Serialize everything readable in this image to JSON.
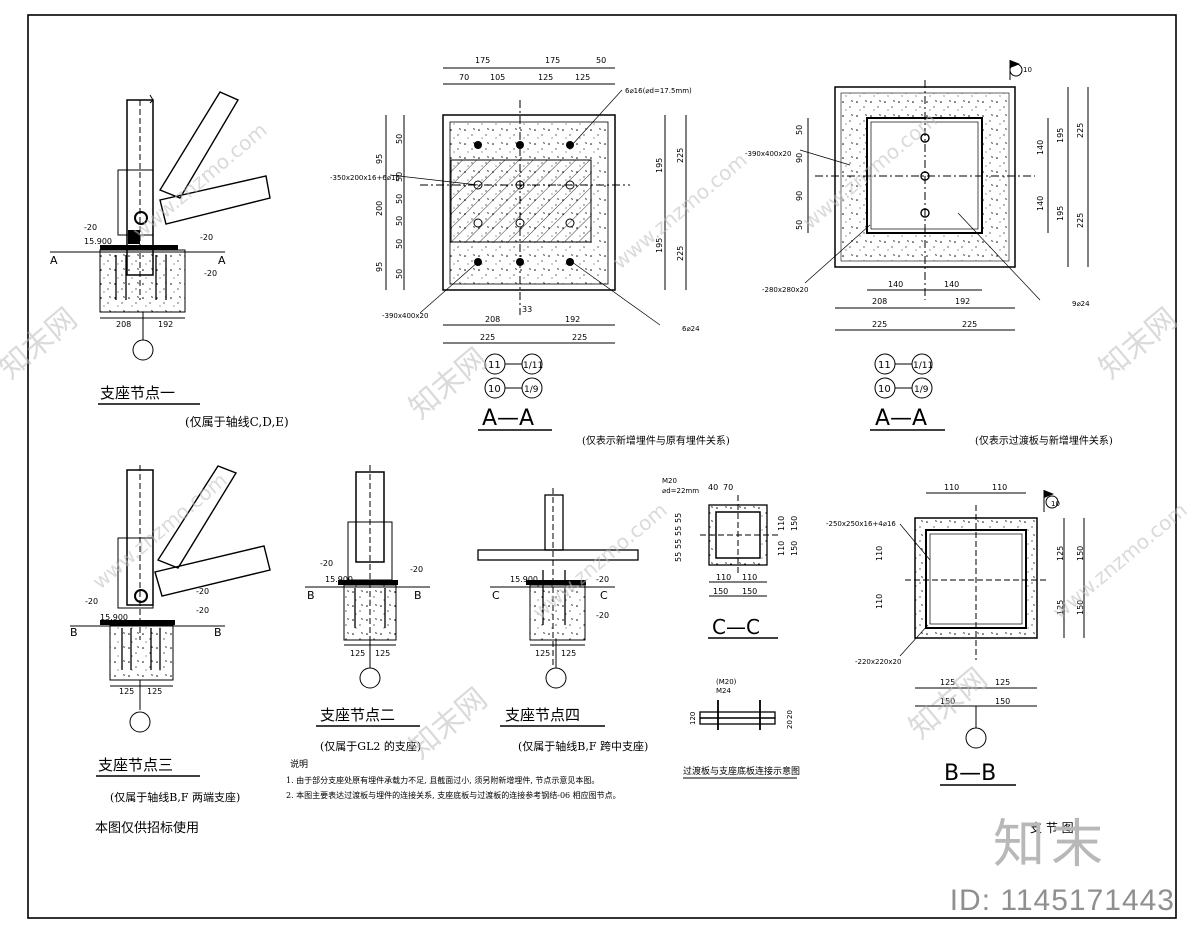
{
  "watermarks": {
    "site": "www.znzmo.com",
    "brand": "知末网",
    "id_text": "ID: 1145171443",
    "logo": "知末"
  },
  "node1": {
    "title": "支座节点一",
    "subtitle": "(仅属于轴线C,D,E)",
    "elev": "15.900",
    "minus20a": "-20",
    "minus20b": "-20",
    "minus20c": "-20",
    "sec_a": "A",
    "dim_l": "208",
    "dim_r": "192"
  },
  "aa1": {
    "title": "A—A",
    "caption": "(仅表示新增埋件与原有埋件关系)",
    "top_dims": [
      "175",
      "175",
      "50"
    ],
    "top_dims2": [
      "70",
      "105",
      "125",
      "125"
    ],
    "left_dims": [
      "95",
      "50",
      "50",
      "200",
      "50",
      "50",
      "95"
    ],
    "left_dims2": [
      "50",
      "50",
      "50",
      "50",
      "50",
      "50"
    ],
    "right_dims": [
      "195",
      "195"
    ],
    "right_dims2": [
      "225",
      "225"
    ],
    "bot_dims": [
      "208",
      "192"
    ],
    "bot_dims2": [
      "225",
      "225"
    ],
    "dim_33": "33",
    "label_plate1": "-350x200x16+6⌀16",
    "label_plate2": "-390x400x20",
    "label_bolts1": "6⌀16(⌀d=17.5mm)",
    "label_bolts2": "6⌀24",
    "grid": [
      "11",
      "1/11",
      "10",
      "1/9"
    ]
  },
  "aa2": {
    "title": "A—A",
    "caption": "(仅表示过渡板与新增埋件关系)",
    "label_plate1": "-390x400x20",
    "label_plate2": "-280x280x20",
    "label_bolts": "9⌀24",
    "left_dims": [
      "50",
      "90",
      "90",
      "50"
    ],
    "right_dims": [
      "140",
      "140"
    ],
    "right_dims2": [
      "195",
      "195"
    ],
    "right_dims3": [
      "225",
      "225"
    ],
    "bot_dims": [
      "140",
      "140"
    ],
    "bot_dims2": [
      "208",
      "192"
    ],
    "bot_dims3": [
      "225",
      "225"
    ],
    "flag": "10",
    "grid": [
      "11",
      "1/11",
      "10",
      "1/9"
    ]
  },
  "node3": {
    "title": "支座节点三",
    "subtitle": "(仅属于轴线B,F 两端支座)",
    "note": "本图仅供招标使用",
    "elev": "15.900",
    "minus20a": "-20",
    "minus20b": "-20",
    "minus20c": "-20",
    "sec": "B",
    "dim_l": "125",
    "dim_r": "125"
  },
  "node2": {
    "title": "支座节点二",
    "subtitle": "(仅属于GL2 的支座)",
    "elev": "15.900",
    "minus20a": "-20",
    "minus20b": "-20",
    "sec": "B",
    "dim_l": "125",
    "dim_r": "125"
  },
  "node4": {
    "title": "支座节点四",
    "subtitle": "(仅属于轴线B,F 跨中支座)",
    "elev": "15.900",
    "minus20a": "-20",
    "minus20b": "-20",
    "sec": "C",
    "dim_l": "125",
    "dim_r": "125"
  },
  "cc": {
    "title": "C—C",
    "label_bolt": "⌀d=22mm",
    "label_bolt2": "M20",
    "top_dims": [
      "40",
      "70"
    ],
    "left_dims": [
      "55",
      "55",
      "55",
      "55"
    ],
    "right_dims": [
      "110",
      "150"
    ],
    "right_dims2": [
      "110",
      "150"
    ],
    "bot_dims": [
      "110",
      "110"
    ],
    "bot_dims2": [
      "150",
      "150"
    ]
  },
  "detail": {
    "title": "过渡板与支座底板连接示意图",
    "m20": "(M20)",
    "m24": "M24",
    "d120": "120",
    "d20a": "20",
    "d20b": "20"
  },
  "bb": {
    "title": "B—B",
    "flag": "10",
    "label_plate1": "-250x250x16+4⌀16",
    "label_plate2": "-220x220x20",
    "top_dims": [
      "110",
      "110"
    ],
    "left_dims": [
      "110",
      "110"
    ],
    "right_dims": [
      "125",
      "125"
    ],
    "right_dims2": [
      "150",
      "150"
    ],
    "bot_dims": [
      "125",
      "125"
    ],
    "bot_dims2": [
      "150",
      "150"
    ]
  },
  "notes": {
    "title": "说明",
    "line1": "1. 由于部分支座处原有埋件承载力不足, 且截面过小, 须另附新增埋件, 节点示意见本图。",
    "line2": "2. 本图主要表达过渡板与埋件的连接关系, 支座底板与过渡板的连接参考钢结-06 相应图节点。"
  },
  "sheet_title": "支 节 图"
}
